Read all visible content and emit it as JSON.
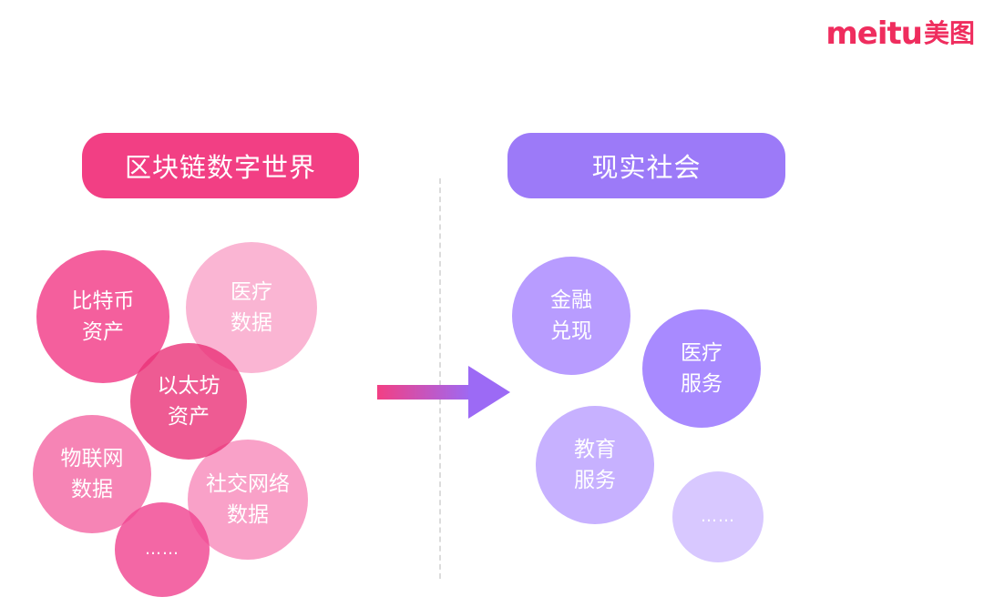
{
  "logo": {
    "text_en": "meitu",
    "text_cn": "美图",
    "color": "#ef2d5e"
  },
  "left_header": {
    "label": "区块链数字世界",
    "color": "#f23f84"
  },
  "right_header": {
    "label": "现实社会",
    "color": "#9c7af8"
  },
  "left_bubbles": [
    {
      "line1": "比特币",
      "line2": "资产"
    },
    {
      "line1": "医疗",
      "line2": "数据"
    },
    {
      "line1": "以太坊",
      "line2": "资产"
    },
    {
      "line1": "物联网",
      "line2": "数据"
    },
    {
      "line1": "社交网络",
      "line2": "数据"
    },
    {
      "line1": "……"
    }
  ],
  "right_bubbles": [
    {
      "line1": "金融",
      "line2": "兑现"
    },
    {
      "line1": "医疗",
      "line2": "服务"
    },
    {
      "line1": "教育",
      "line2": "服务"
    },
    {
      "line1": "……"
    }
  ],
  "arrow": {
    "color_start": "#f23f84",
    "color_end": "#9c6af5",
    "direction": "right"
  }
}
